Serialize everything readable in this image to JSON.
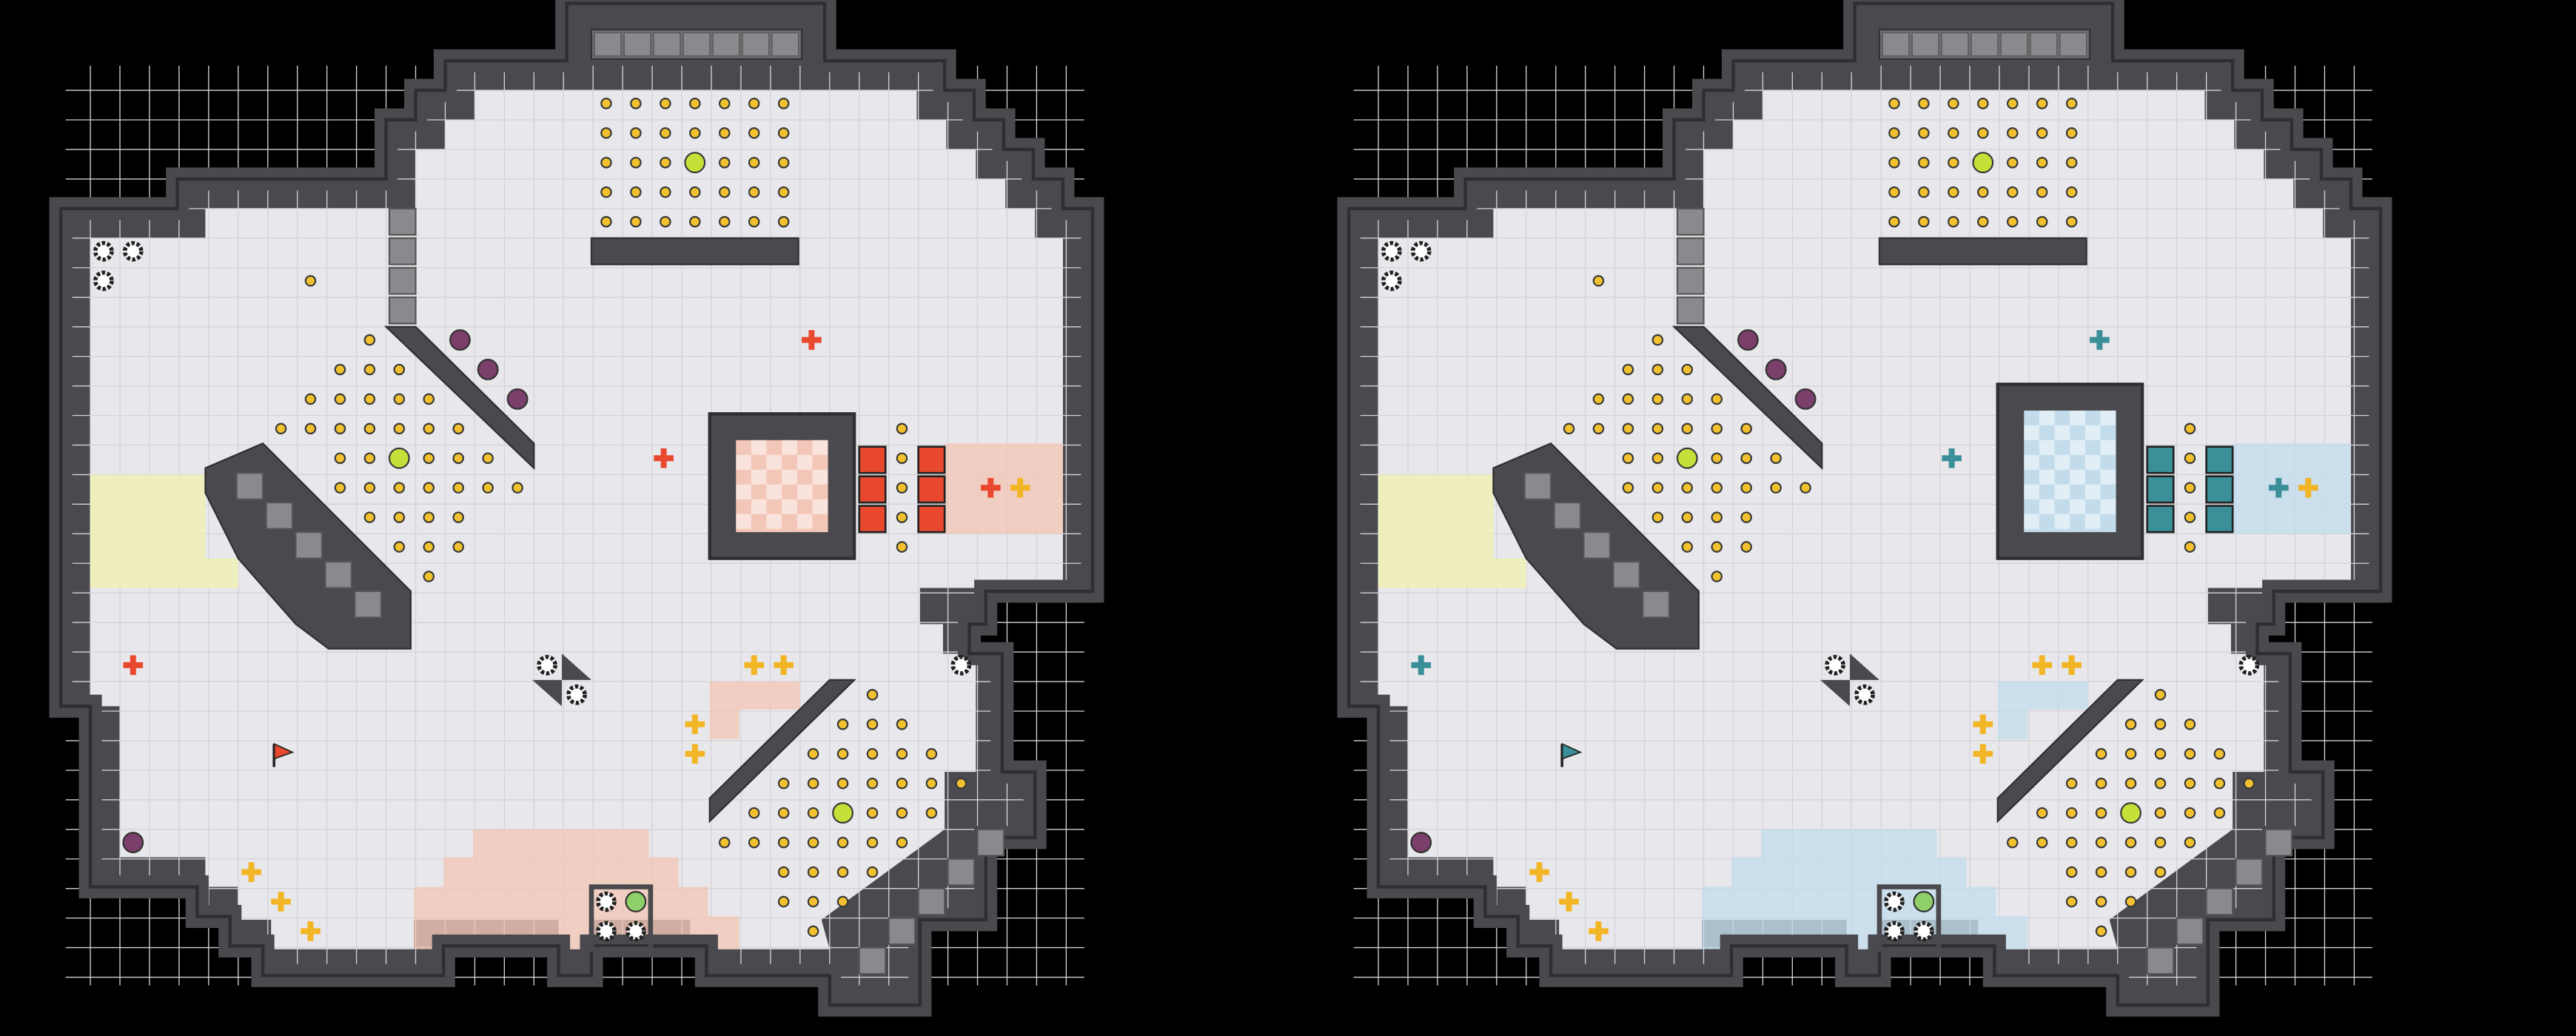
{
  "colors": {
    "background": "#000000",
    "wall": "#4a4a4e",
    "wall_edge": "#2f2f33",
    "floor": "#e8e8ec",
    "grid": "#d3d3d8",
    "coin": "#f2c12e",
    "coin_outline": "#3a3a3a",
    "yellow_zone": "#efeeb8",
    "red_team": "#e8482e",
    "red_zone": "#f3c7b8",
    "blue_team": "#3a8f99",
    "blue_zone": "#c3dcec",
    "plus_yellow": "#f2b526",
    "bomb": "#7a3f6b",
    "grate": "#6d6d70"
  },
  "maps": [
    {
      "name": "map-red-variant",
      "team_color": "red",
      "flag_icon": "red-flag-icon",
      "plus_icon_team": "orange-plus-icon",
      "block_icon": "red-block-icon"
    },
    {
      "name": "map-blue-variant",
      "team_color": "blue",
      "flag_icon": "blue-flag-icon",
      "plus_icon_team": "teal-plus-icon",
      "block_icon": "teal-block-icon"
    }
  ],
  "icons": [
    "coin-icon",
    "big-coin-icon",
    "gear-icon",
    "bomb-icon",
    "plus-icon",
    "flag-icon",
    "grate-icon",
    "bounce-pad-icon"
  ]
}
